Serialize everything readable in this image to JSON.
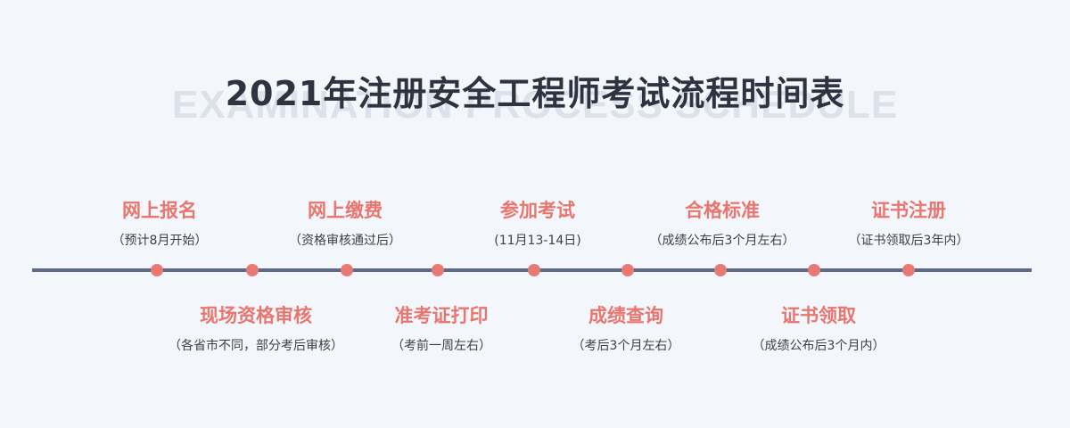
{
  "watermark": "EXAMINATION PROCESS SCHEDULE",
  "title": "2021年注册安全工程师考试流程时间表",
  "steps_top": [
    {
      "name": "网上报名",
      "note": "（预计8月开始）"
    },
    {
      "name": "网上缴费",
      "note": "（资格审核通过后）"
    },
    {
      "name": "参加考试",
      "note": "(11月13-14日)"
    },
    {
      "name": "合格标准",
      "note": "（成绩公布后3个月左右）"
    },
    {
      "name": "证书注册",
      "note": "（证书领取后3年内）"
    }
  ],
  "steps_bottom": [
    {
      "name": "现场资格审核",
      "note": "（各省市不同，部分考后审核）"
    },
    {
      "name": "准考证打印",
      "note": "（考前一周左右）"
    },
    {
      "name": "成绩查询",
      "note": "（考后3个月左右）"
    },
    {
      "name": "证书领取",
      "note": "（成绩公布后3个月内）"
    }
  ],
  "colors": {
    "accent": "#e8766f",
    "line": "#5d6a8b",
    "background": "#f3f7fc"
  }
}
